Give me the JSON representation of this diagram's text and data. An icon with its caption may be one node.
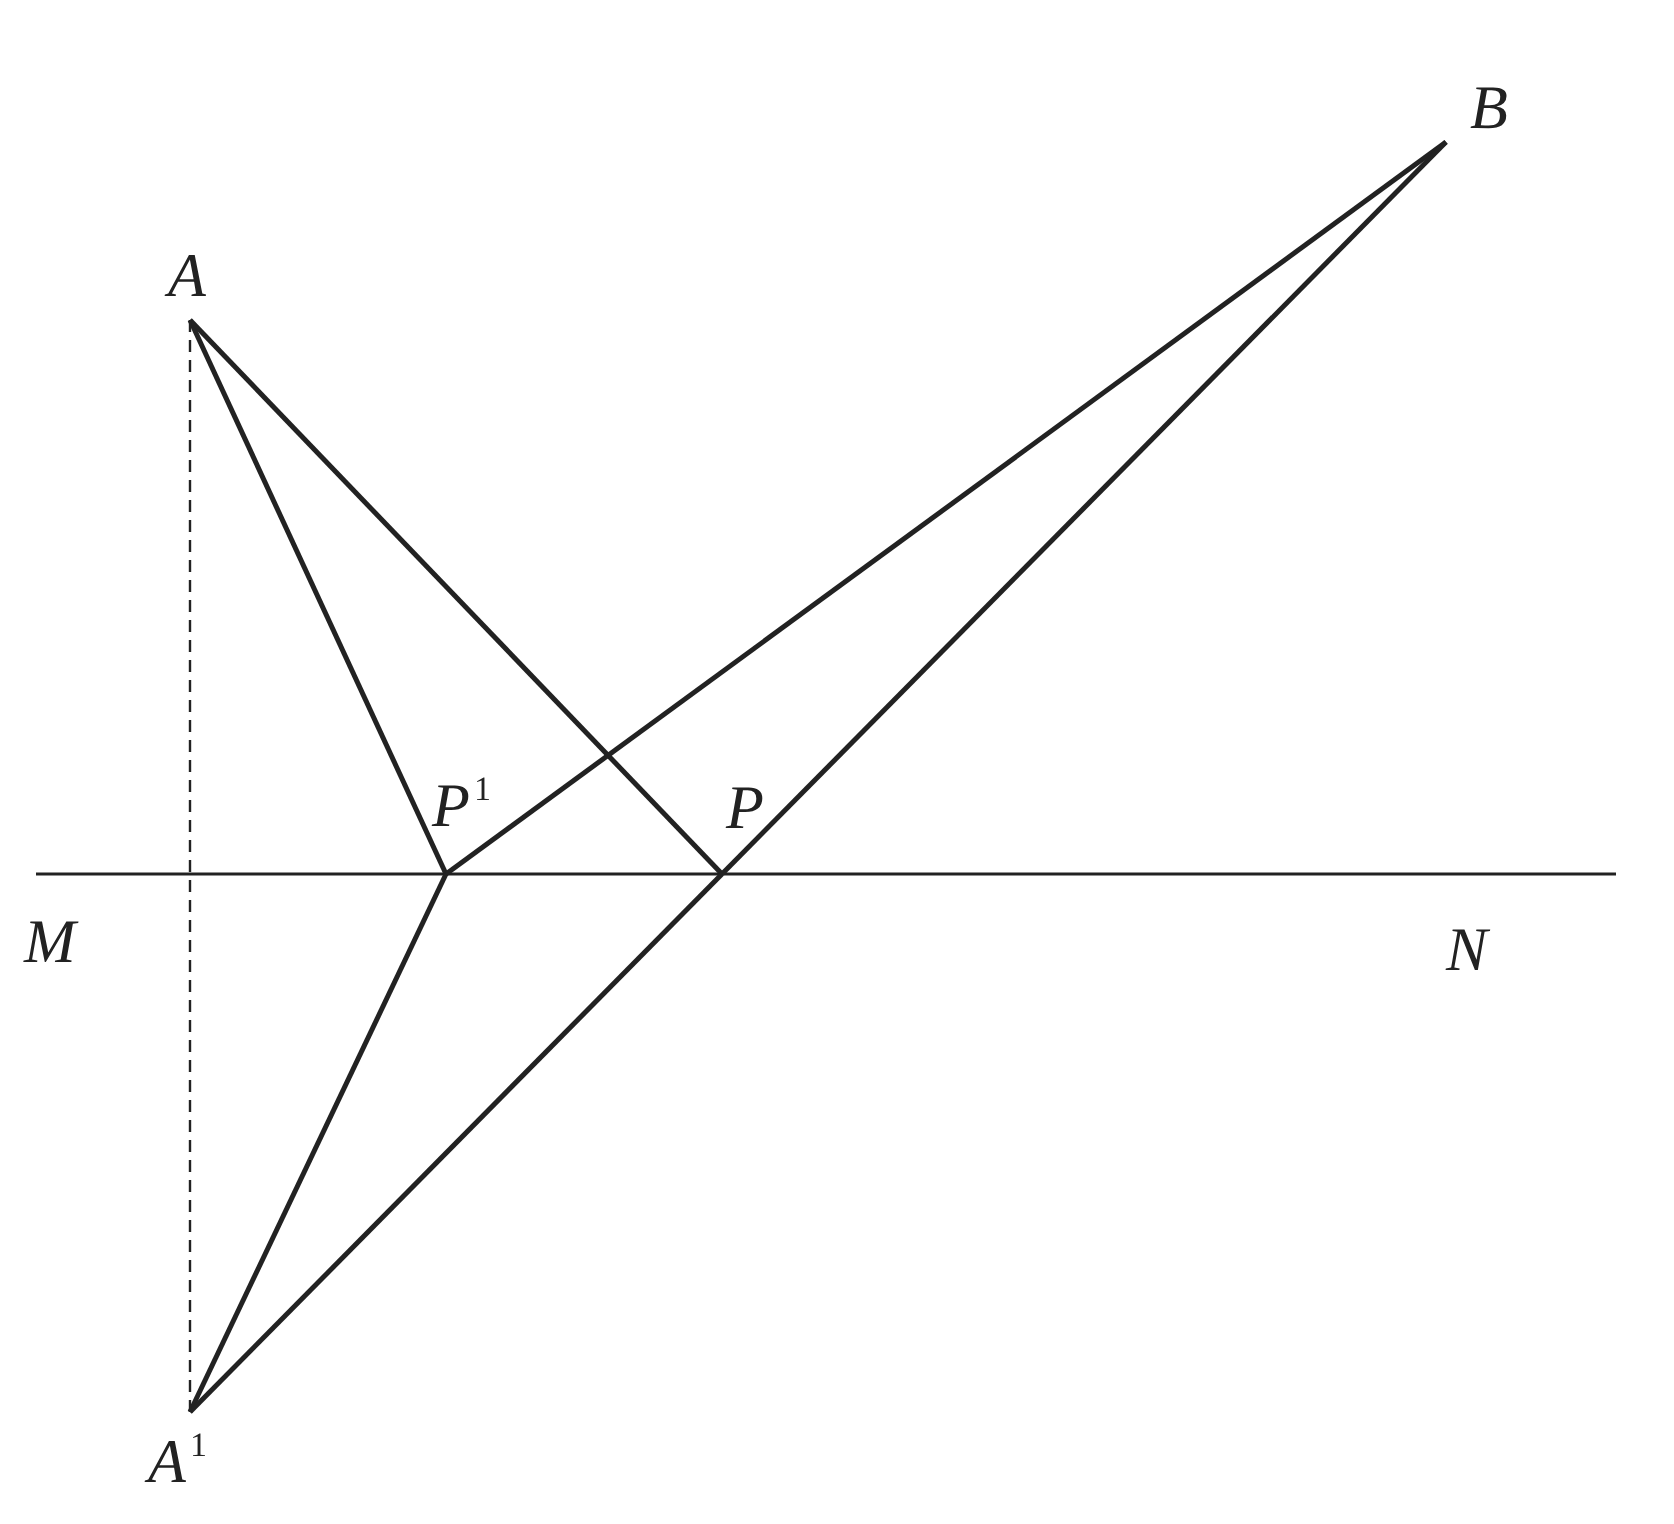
{
  "diagram": {
    "nodes": [
      {
        "text": [
          "A"
        ]
      },
      {
        "text": [
          "B"
        ]
      },
      {
        "text": [
          "P$^{1}$"
        ]
      },
      {
        "text": [
          "P"
        ]
      },
      {
        "text": [
          "A$^{1}$"
        ]
      }
    ],
    "edges": [
      {
        "from": 0,
        "to": 2,
        "arrow": "none"
      },
      {
        "from": 0,
        "to": 3,
        "arrow": "none"
      },
      {
        "from": 1,
        "to": 2,
        "arrow": "none"
      },
      {
        "from": 1,
        "to": 3,
        "arrow": "none"
      },
      {
        "from": 2,
        "to": 4,
        "arrow": "none"
      },
      {
        "from": 3,
        "to": 4,
        "arrow": "none"
      },
      {
        "from": 0,
        "to": 4,
        "arrow": "none",
        "style": "dashed"
      }
    ],
    "labels": [
      "M",
      "N"
    ]
  }
}
